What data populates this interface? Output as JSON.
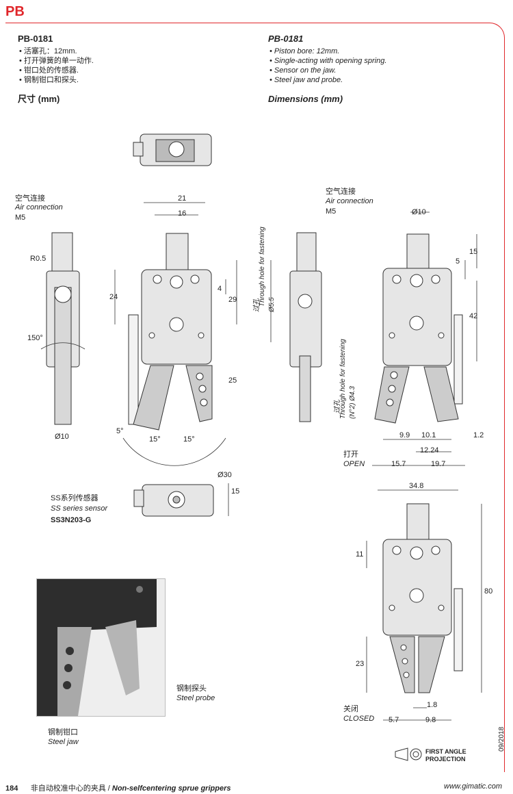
{
  "tab": "PB",
  "left": {
    "title": "PB-0181",
    "bullets": [
      "活塞孔：12mm.",
      "打开弹簧的单一动作.",
      "钳口处的传感器.",
      "钢制钳口和探头."
    ],
    "dims": "尺寸 (mm)"
  },
  "right": {
    "title": "PB-0181",
    "bullets": [
      "Piston bore: 12mm.",
      "Single-acting with opening spring.",
      "Sensor on the jaw.",
      "Steel jaw and probe."
    ],
    "dims": "Dimensions (mm)"
  },
  "labels": {
    "air_cn": "空气连接",
    "air_en": "Air connection",
    "m5": "M5",
    "r05": "R0.5",
    "deg150": "150°",
    "d10": "Ø10",
    "d21": "21",
    "d16": "16",
    "d24": "24",
    "d4": "4",
    "d29": "29",
    "d25": "25",
    "deg5": "5°",
    "deg15a": "15°",
    "deg15b": "15°",
    "d55": "Ø5.5",
    "through_cn1": "过孔",
    "through_en1": "Through hole for fastening",
    "through_cn2": "过孔",
    "through_en2": "Through hole for fastening",
    "d43": "(N°2) Ø4.3",
    "d10b": "Ø10",
    "d5": "5",
    "d15": "15",
    "d42": "42",
    "d99": "9.9",
    "d101": "10.1",
    "d12": "1.2",
    "d1224": "12.24",
    "d157": "15.7",
    "d197": "19.7",
    "open_cn": "打开",
    "open_en": "OPEN",
    "d30": "Ø30",
    "d15b": "15",
    "sensor_cn": "SS系列传感器",
    "sensor_en": "SS series sensor",
    "sensor_code": "SS3N203-G",
    "d348": "34.8",
    "d11": "11",
    "d80": "80",
    "d23": "23",
    "d18": "1.8",
    "d57": "5.7",
    "d98": "9.8",
    "closed_cn": "关闭",
    "closed_en": "CLOSED",
    "probe_cn": "钢制探头",
    "probe_en": "Steel probe",
    "jaw_cn": "钢制钳口",
    "jaw_en": "Steel jaw",
    "proj1": "FIRST ANGLE",
    "proj2": "PROJECTION"
  },
  "footer": {
    "page": "184",
    "cn": "非自动校准中心的夹具",
    "en": "Non-selfcentering sprue grippers",
    "web": "www.gimatic.com",
    "date": "09/2018"
  }
}
